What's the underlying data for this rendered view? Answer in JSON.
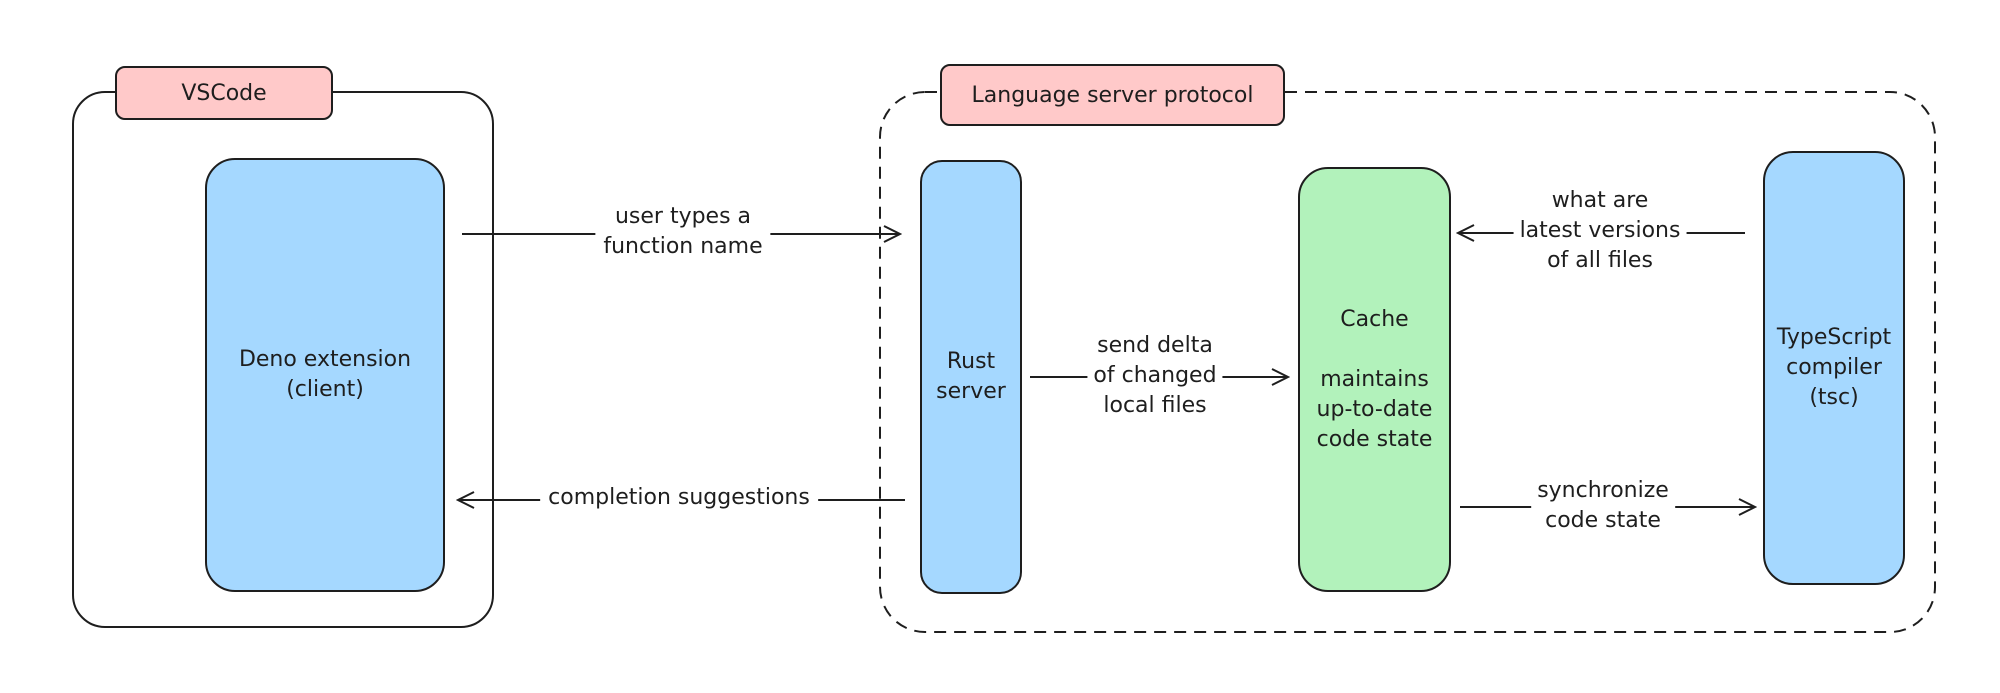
{
  "groups": {
    "vscode": {
      "label": "VSCode"
    },
    "lsp": {
      "label": "Language server protocol"
    }
  },
  "nodes": {
    "deno": {
      "label": "Deno extension\n(client)"
    },
    "rust": {
      "label": "Rust\nserver"
    },
    "cache": {
      "title": "Cache",
      "description": "maintains\nup-to-date\ncode state"
    },
    "tsc": {
      "label": "TypeScript\ncompiler\n(tsc)"
    }
  },
  "edges": {
    "user_types": "user types a\nfunction name",
    "completion": "completion suggestions",
    "send_delta": "send delta\nof changed\nlocal files",
    "latest_versions": "what are\nlatest versions\nof all files",
    "synchronize": "synchronize\ncode state"
  },
  "colors": {
    "stroke": "#1e1e1e",
    "node_blue": "#a5d8ff",
    "node_green": "#b2f2bb",
    "tag_pink": "#ffc9c9"
  }
}
